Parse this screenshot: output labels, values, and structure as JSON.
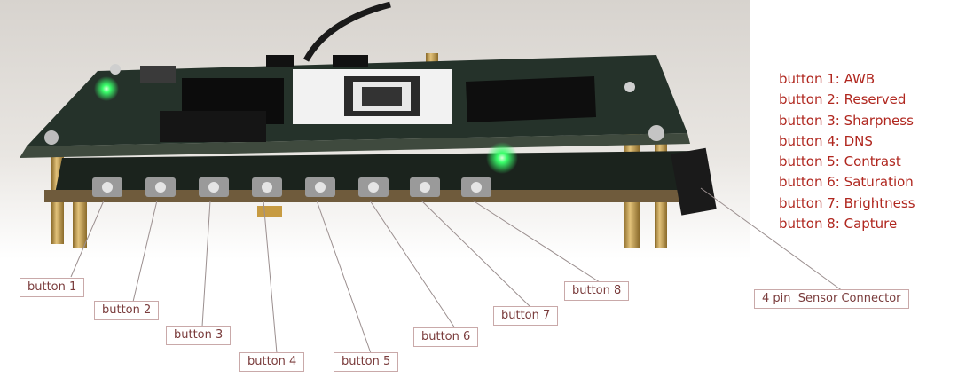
{
  "legend": [
    "button 1: AWB",
    "button 2: Reserved",
    "button 3: Sharpness",
    "button 4: DNS",
    "button 5: Contrast",
    "button 6: Saturation",
    "button 7: Brightness",
    "button 8: Capture"
  ],
  "callouts": {
    "b1": "button 1",
    "b2": "button 2",
    "b3": "button 3",
    "b4": "button 4",
    "b5": "button 5",
    "b6": "button 6",
    "b7": "button 7",
    "b8": "button 8",
    "sensor": "4 pin  Sensor Connector"
  },
  "colors": {
    "legend_text": "#b0271f",
    "pcb": "#1f2b22",
    "led": "#39ff6a",
    "standoff": "#c9a24a"
  }
}
